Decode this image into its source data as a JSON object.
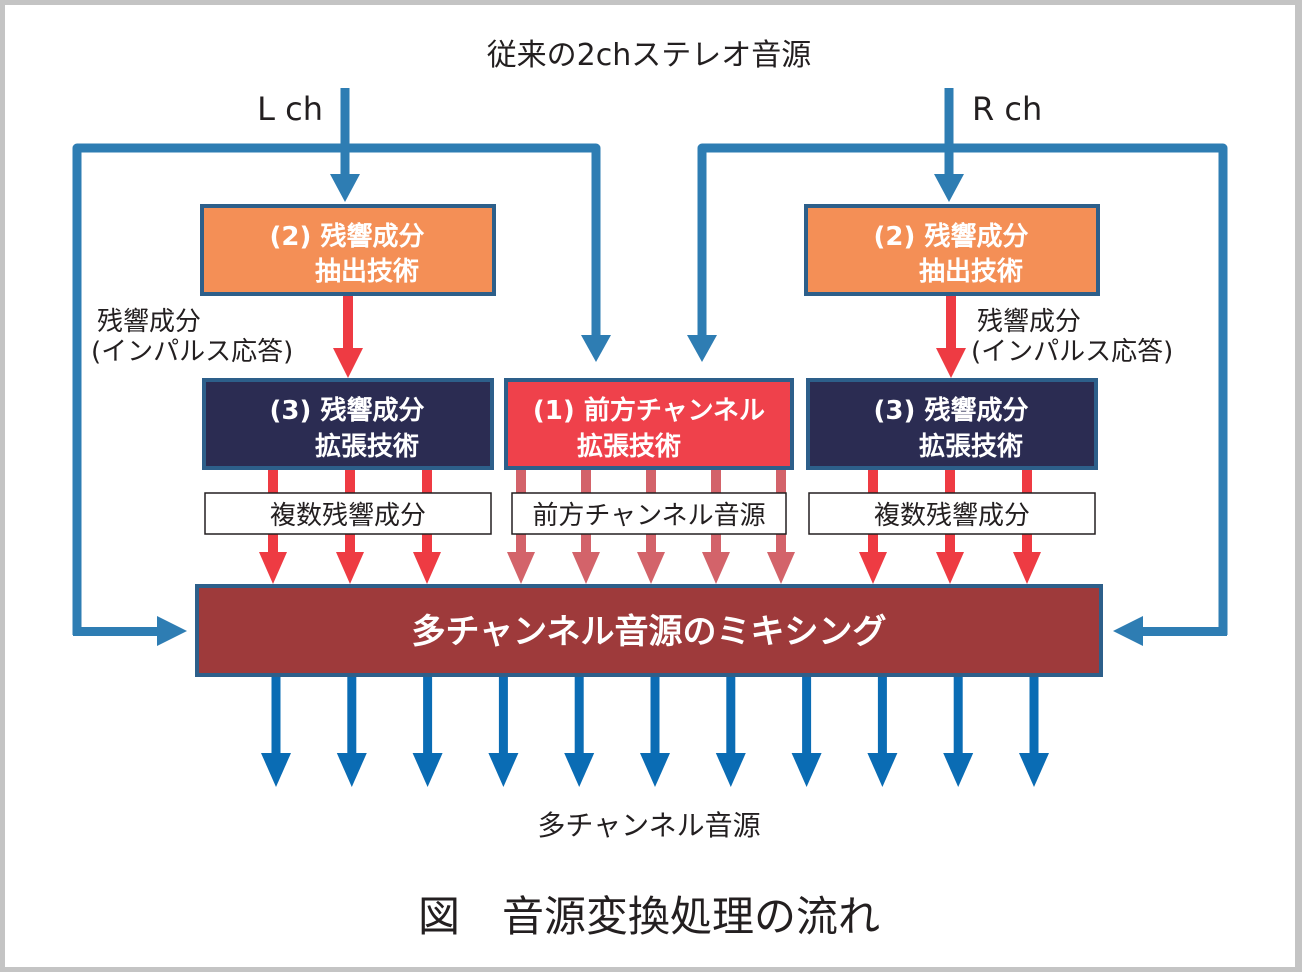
{
  "diagram": {
    "title": "従来の2chステレオ音源",
    "left_channel_label": "L ch",
    "right_channel_label": "R ch",
    "left": {
      "extract_box": {
        "line1": "(2) 残響成分",
        "line2": "抽出技術"
      },
      "impulse_label": {
        "line1": "残響成分",
        "line2": "(インパルス応答)"
      },
      "expand_box": {
        "line1": "(3) 残響成分",
        "line2": "拡張技術"
      },
      "output_label": "複数残響成分",
      "output_arrow_count": 3
    },
    "center": {
      "front_box": {
        "line1": "(1) 前方チャンネル",
        "line2": "拡張技術"
      },
      "output_label": "前方チャンネル音源",
      "output_arrow_count": 5
    },
    "right": {
      "extract_box": {
        "line1": "(2) 残響成分",
        "line2": "抽出技術"
      },
      "impulse_label": {
        "line1": "残響成分",
        "line2": "(インパルス応答)"
      },
      "expand_box": {
        "line1": "(3) 残響成分",
        "line2": "拡張技術"
      },
      "output_label": "複数残響成分",
      "output_arrow_count": 3
    },
    "mixing_box": "多チャンネル音源のミキシング",
    "mixing_output_count": 11,
    "output_label": "多チャンネル音源",
    "caption": "図　音源変換処理の流れ"
  },
  "colors": {
    "frame": "#c4c4c4",
    "signal_blue": "#2e7db3",
    "output_blue": "#0a6cb4",
    "reverb_red": "#ee3b43",
    "front_red_light": "#d3636a",
    "extract_orange": "#f48f56",
    "expand_navy": "#2b2c52",
    "front_red": "#ef414b",
    "mixing_brown": "#9e3a3b",
    "box_border": "#2d5f8a",
    "text": "#231f20"
  }
}
